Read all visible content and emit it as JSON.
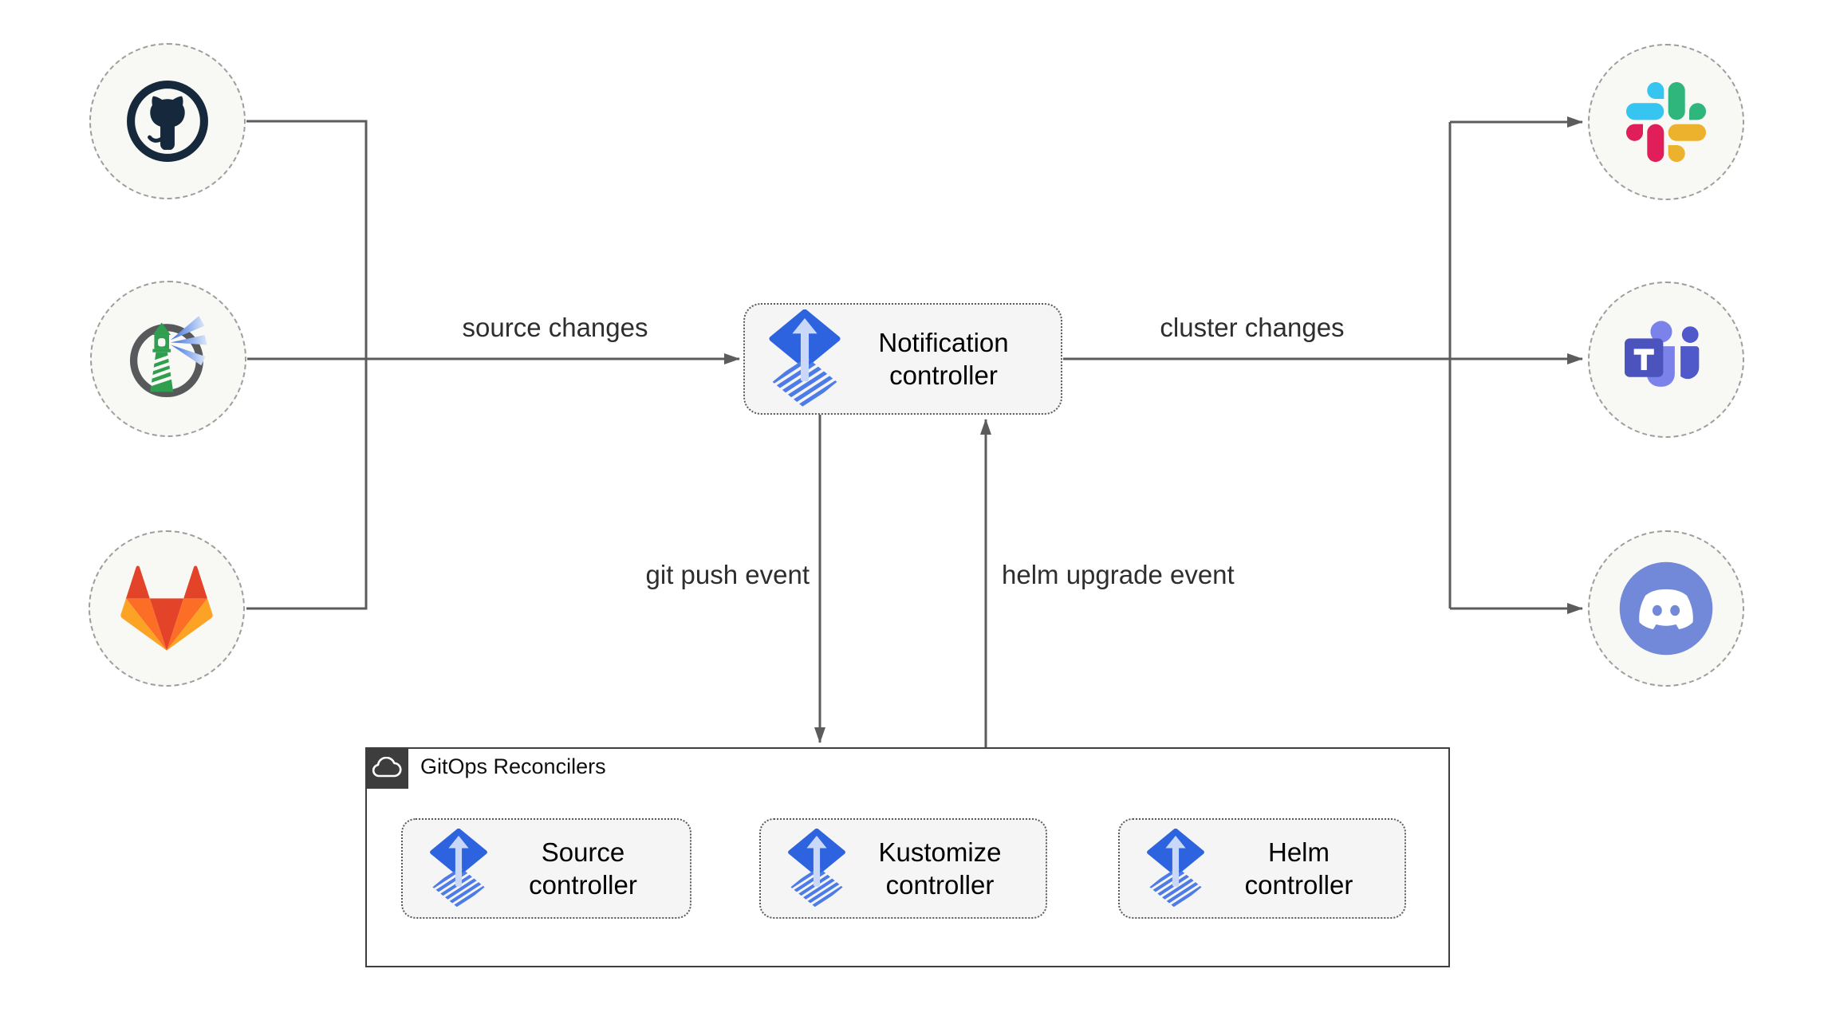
{
  "edge_labels": {
    "source_changes": "source changes",
    "cluster_changes": "cluster changes",
    "git_push_event": "git push event",
    "helm_upgrade_event": "helm upgrade event"
  },
  "nodes": {
    "notification": {
      "line1": "Notification",
      "line2": "controller"
    },
    "source": {
      "line1": "Source",
      "line2": "controller"
    },
    "kustomize": {
      "line1": "Kustomize",
      "line2": "controller"
    },
    "helm": {
      "line1": "Helm",
      "line2": "controller"
    }
  },
  "group": {
    "title": "GitOps Reconcilers"
  },
  "icons": {
    "sources": [
      "github-icon",
      "harbor-icon",
      "gitlab-icon"
    ],
    "targets": [
      "slack-icon",
      "teams-icon",
      "discord-icon"
    ],
    "node_icon": "flux-icon",
    "group_icon": "cloud-icon"
  },
  "colors": {
    "background": "#ffffff",
    "connector": "#5c5c5c",
    "circle_fill": "#f8f8f5",
    "circle_border": "#9e9e9e",
    "box_fill": "#f5f5f5",
    "box_border": "#5a5a5a",
    "group_border": "#3f3f3f",
    "group_header": "#3d3d3d",
    "flux_blue": "#2e63e0",
    "flux_stripe_blue": "#4d7ce8",
    "flux_arrow_light": "#c9d8f6",
    "github_navy": "#16283c",
    "harbor_ring_gray": "#58595b",
    "harbor_green": "#2f9e4f",
    "harbor_beam_blue": "#3b6fe0",
    "gitlab_red": "#e24329",
    "gitlab_orange": "#fc6d26",
    "gitlab_yellow": "#fca326",
    "slack_blue": "#36c5f0",
    "slack_green": "#2eb67d",
    "slack_yellow": "#ecb22e",
    "slack_red": "#e01e5a",
    "teams_indigo": "#4b53bc",
    "teams_light": "#7b83eb",
    "teams_mid": "#5059c9",
    "discord_blurple": "#7289da"
  }
}
